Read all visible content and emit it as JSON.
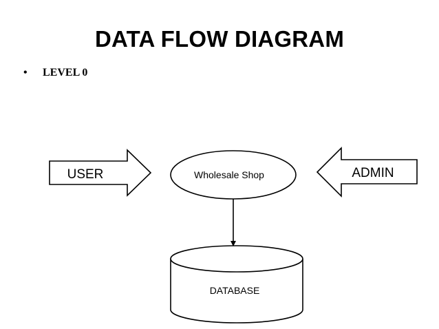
{
  "title": "DATA FLOW DIAGRAM",
  "bullet": {
    "marker": "•",
    "text": "LEVEL 0"
  },
  "diagram": {
    "user_label": "USER",
    "process_label": "Wholesale Shop",
    "admin_label": "ADMIN",
    "store_label": "DATABASE"
  }
}
